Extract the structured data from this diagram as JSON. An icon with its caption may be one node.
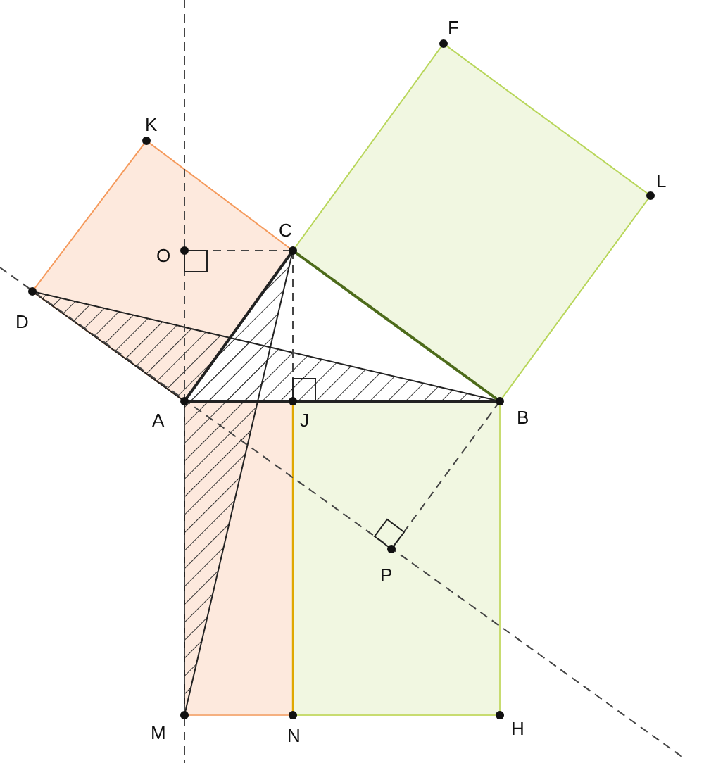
{
  "diagram": {
    "labels": [
      "K",
      "F",
      "L",
      "C",
      "O",
      "D",
      "A",
      "J",
      "B",
      "P",
      "M",
      "N",
      "H"
    ]
  }
}
